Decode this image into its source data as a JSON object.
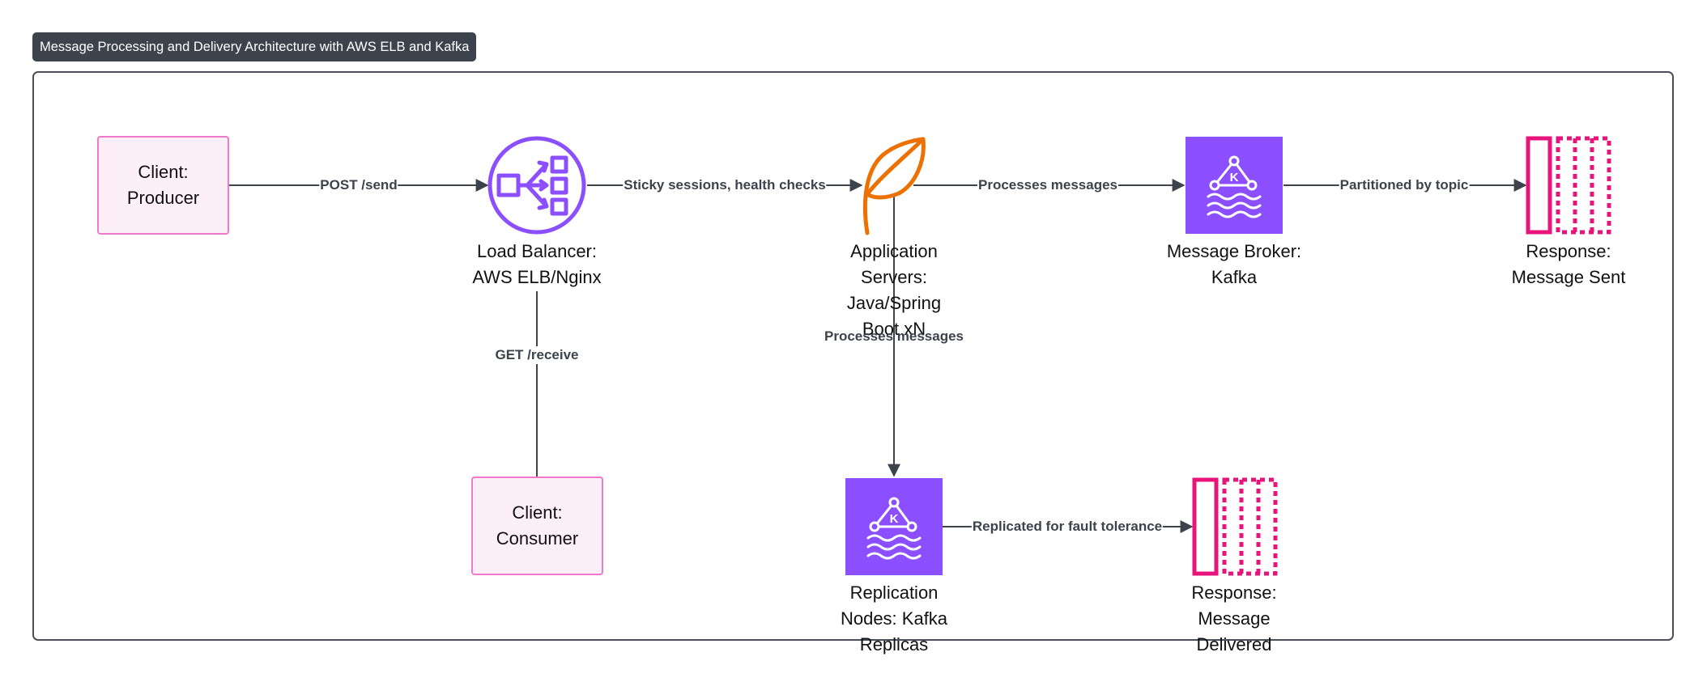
{
  "title": "Message Processing and Delivery Architecture with AWS ELB and Kafka",
  "colors": {
    "elb": "#8c4fff",
    "spring": "#ed7100",
    "kafka": "#8c4fff",
    "response": "#e7157b",
    "client_fill": "#fdeff8",
    "client_border": "#f07ac9",
    "edge": "#3d434c"
  },
  "nodes": {
    "producer": {
      "line1": "Client:",
      "line2": "Producer",
      "icon": "none"
    },
    "consumer": {
      "line1": "Client:",
      "line2": "Consumer",
      "icon": "none"
    },
    "load_balancer": {
      "lines": [
        "Load Balancer:",
        "AWS ELB/Nginx"
      ],
      "icon": "elastic-load-balancing-icon"
    },
    "app_servers": {
      "lines": [
        "Application",
        "Servers:",
        "Java/Spring",
        "Boot xN"
      ],
      "icon": "spring-leaf-icon"
    },
    "broker": {
      "lines": [
        "Message Broker:",
        "Kafka"
      ],
      "icon": "kafka-icon"
    },
    "replication": {
      "lines": [
        "Replication",
        "Nodes: Kafka",
        "Replicas"
      ],
      "icon": "kafka-icon"
    },
    "response_sent": {
      "lines": [
        "Response:",
        "Message Sent"
      ],
      "icon": "queue-icon"
    },
    "response_delivered": {
      "lines": [
        "Response:",
        "Message",
        "Delivered"
      ],
      "icon": "queue-icon"
    }
  },
  "edges": {
    "post_send": "POST /send",
    "sticky": "Sticky sessions, health checks",
    "processes_1": "Processes messages",
    "processes_2": "Processes messages",
    "partitioned": "Partitioned by topic",
    "get_receive": "GET /receive",
    "replicated": "Replicated for fault tolerance"
  },
  "icon_text": {
    "kafka_letter": "K"
  }
}
